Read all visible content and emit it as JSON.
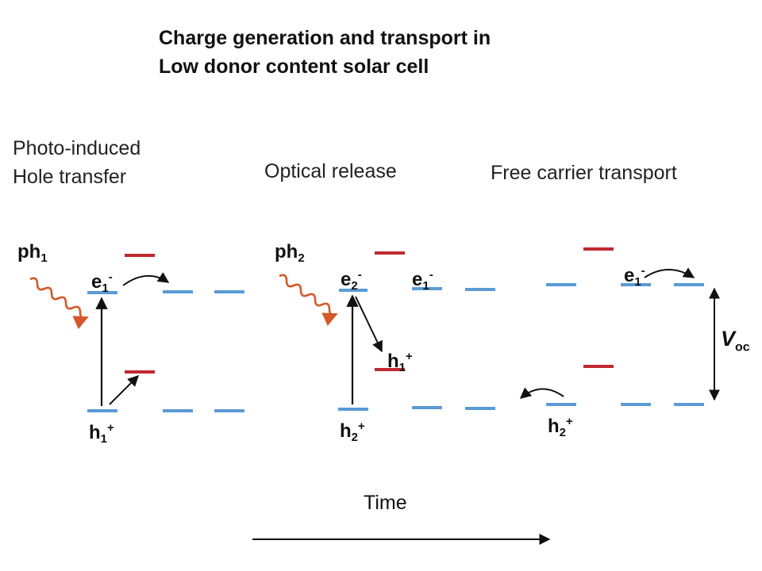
{
  "title": {
    "line1": "Charge generation and transport in",
    "line2": "Low donor content solar cell"
  },
  "panels": [
    {
      "label_line1": "Photo-induced",
      "label_line2": "Hole transfer"
    },
    {
      "label_line1": "Optical release"
    },
    {
      "label_line1": "Free carrier transport"
    }
  ],
  "labels": {
    "ph": "ph",
    "e": "e",
    "h": "h",
    "sub1": "1",
    "sub2": "2",
    "minus": "-",
    "plus": "+",
    "voc_main": "V",
    "voc_sub": "oc",
    "time": "Time"
  },
  "colors": {
    "level_blue": "#5a9bd5",
    "level_red": "#c0282f",
    "photon": "#d4582a",
    "arrow": "#111111"
  }
}
